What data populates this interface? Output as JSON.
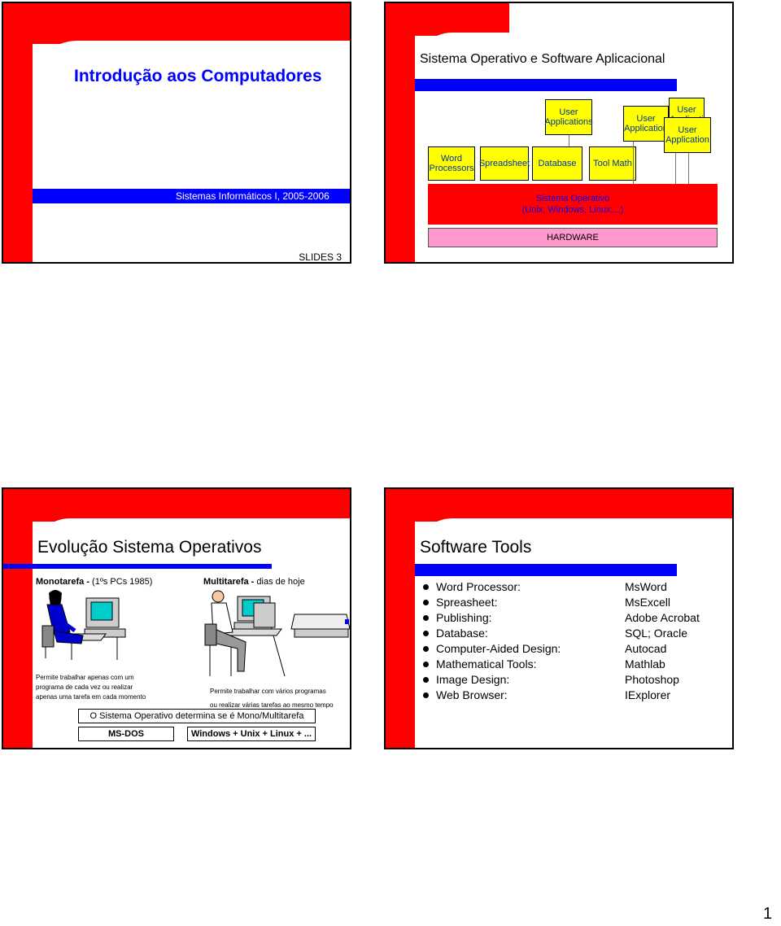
{
  "slide1": {
    "title": "Introdução aos Computadores",
    "course": "Sistemas Informáticos I, 2005-2006",
    "slides_label": "SLIDES 3"
  },
  "slide2": {
    "title": "Sistema Operativo e Software Aplicacional",
    "user_applications": "User Applications",
    "user_application_a": "User Application",
    "user_application_b": "User Application",
    "user_application_c": "User Application",
    "word_processors": "Word Processors",
    "spreadsheet": "Spreadsheet",
    "database": "Database",
    "tool_math": "Tool Math",
    "os_line1": "Sistema Operativo",
    "os_line2": "(Unix, Windows, Linux,...)",
    "hardware": "HARDWARE"
  },
  "slide3": {
    "title": "Evolução Sistema Operativos",
    "mono_bold": "Monotarefa -",
    "mono_rest": " (1ºs PCs 1985)",
    "multi_bold": "Multitarefa -",
    "multi_rest": " dias de hoje",
    "mono_desc1": "Permite trabalhar apenas com um",
    "mono_desc2": "programa de cada vez ou realizar",
    "mono_desc3": "apenas uma tarefa em cada momento",
    "multi_desc1": "Permite trabalhar com vários programas",
    "multi_desc2": "ou realizar várias tarefas ao mesmo tempo",
    "determina": "O Sistema Operativo determina se é Mono/Multitarefa",
    "msdos": "MS-DOS",
    "multi_os": "Windows + Unix + Linux + ..."
  },
  "slide4": {
    "title": "Software Tools",
    "items": [
      {
        "label": "Word Processor:",
        "value": "MsWord"
      },
      {
        "label": "Spreasheet:",
        "value": "MsExcell"
      },
      {
        "label": "Publishing:",
        "value": "Adobe Acrobat"
      },
      {
        "label": "Database:",
        "value": "SQL; Oracle"
      },
      {
        "label": "Computer-Aided Design:",
        "value": "Autocad"
      },
      {
        "label": "Mathematical Tools:",
        "value": "Mathlab"
      },
      {
        "label": "Image Design:",
        "value": "Photoshop"
      },
      {
        "label": "Web Browser:",
        "value": "IExplorer"
      }
    ]
  },
  "page_number": "1",
  "colors": {
    "red": "#ff0000",
    "blue": "#0000ff",
    "yellow": "#ffff00",
    "pink": "#ff99cc",
    "bullet_blue": "#003399"
  }
}
